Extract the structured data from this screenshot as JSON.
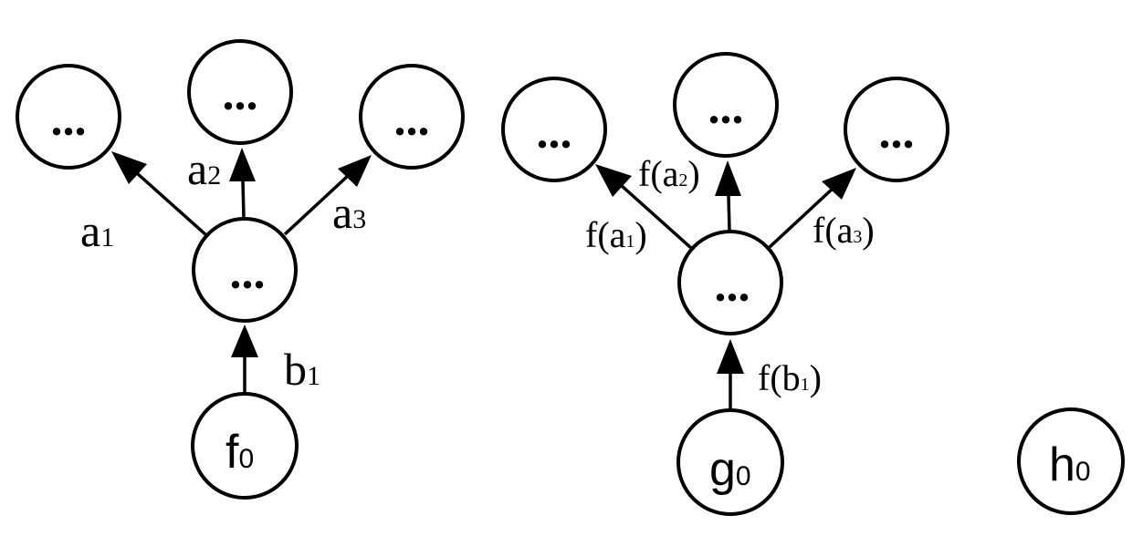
{
  "diagram": {
    "placeholder": "...",
    "left_tree": {
      "root": {
        "main": "f",
        "sub": "0"
      },
      "edges": {
        "b1": {
          "main": "b",
          "sub": "1"
        },
        "a1": {
          "main": "a",
          "sub": "1"
        },
        "a2": {
          "main": "a",
          "sub": "2"
        },
        "a3": {
          "main": "a",
          "sub": "3"
        }
      }
    },
    "right_tree": {
      "root": {
        "main": "g",
        "sub": "0"
      },
      "edges": {
        "b1": {
          "pre": "f(b",
          "sub": "1",
          "post": ")"
        },
        "a1": {
          "pre": "f(a",
          "sub": "1",
          "post": ")"
        },
        "a2": {
          "pre": "f(a",
          "sub": "2",
          "post": ")"
        },
        "a3": {
          "pre": "f(a",
          "sub": "3",
          "post": ")"
        }
      }
    },
    "standalone": {
      "root": {
        "main": "h",
        "sub": "0"
      }
    }
  }
}
